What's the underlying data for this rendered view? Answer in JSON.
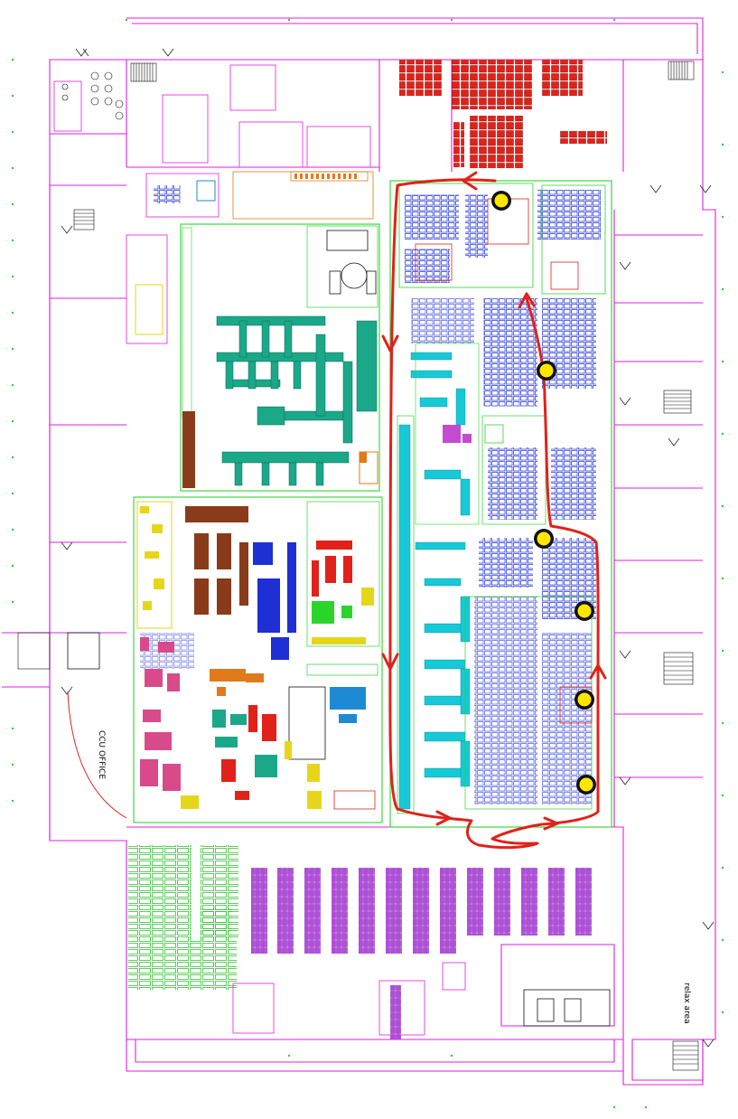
{
  "labels": {
    "ccu_office": "CCU OFFICE",
    "relax_area": "relax area"
  },
  "colors": {
    "wall": "#e01ee0",
    "zone": "#2bd42b",
    "route": "#e0221a",
    "marker_fill": "#ffe600",
    "marker_ring": "#111111",
    "storage_red": "#e0221a",
    "rack_purple": "#a832d8",
    "rack_green": "#35c235",
    "machine_teal": "#1aa889",
    "machine_cyan": "#17c9d6",
    "machine_blue": "#1e2fd4",
    "machine_brown": "#8a3b1a",
    "machine_orange": "#e07a1a",
    "machine_yellow": "#e6d61a",
    "machine_pink": "#d84a8a"
  },
  "markers": [
    {
      "name": "marker-1"
    },
    {
      "name": "marker-2"
    },
    {
      "name": "marker-3"
    },
    {
      "name": "marker-4"
    },
    {
      "name": "marker-5"
    },
    {
      "name": "marker-6"
    }
  ]
}
